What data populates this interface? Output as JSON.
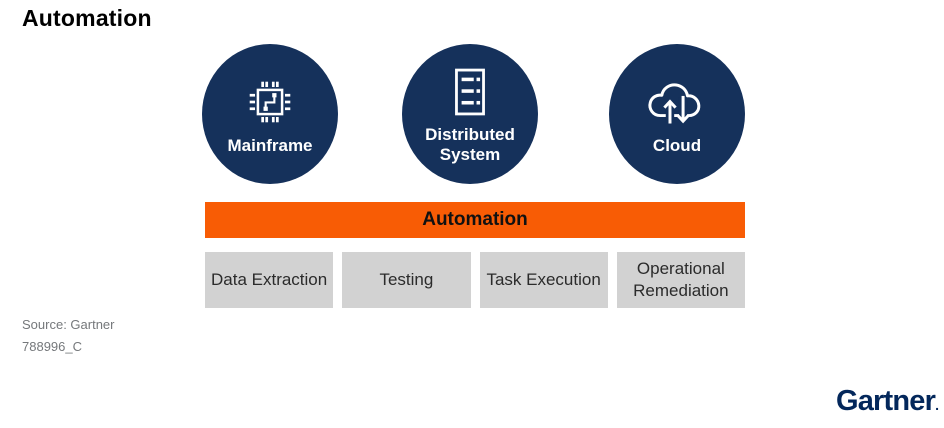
{
  "figure": {
    "title": "Automation",
    "tiers": [
      {
        "label": "Mainframe",
        "icon": "chip-icon"
      },
      {
        "label": "Distributed System",
        "icon": "server-stack-icon"
      },
      {
        "label": "Cloud",
        "icon": "cloud-sync-icon"
      }
    ],
    "band": {
      "label": "Automation"
    },
    "capabilities": [
      {
        "label": "Data Extraction"
      },
      {
        "label": "Testing"
      },
      {
        "label": "Task Execution"
      },
      {
        "label": "Operational Remediation"
      }
    ],
    "footer": {
      "source": "Source: Gartner",
      "document_id": "788996_C"
    },
    "brand": {
      "logo_text": "Gartner",
      "registered_mark": "."
    }
  },
  "colors": {
    "navy": "#15315B",
    "orange": "#F85C05",
    "box_gray": "#D2D2D2",
    "box_text": "#2B2B2B",
    "footnote_gray": "#75787B",
    "logo_navy": "#03275B"
  }
}
